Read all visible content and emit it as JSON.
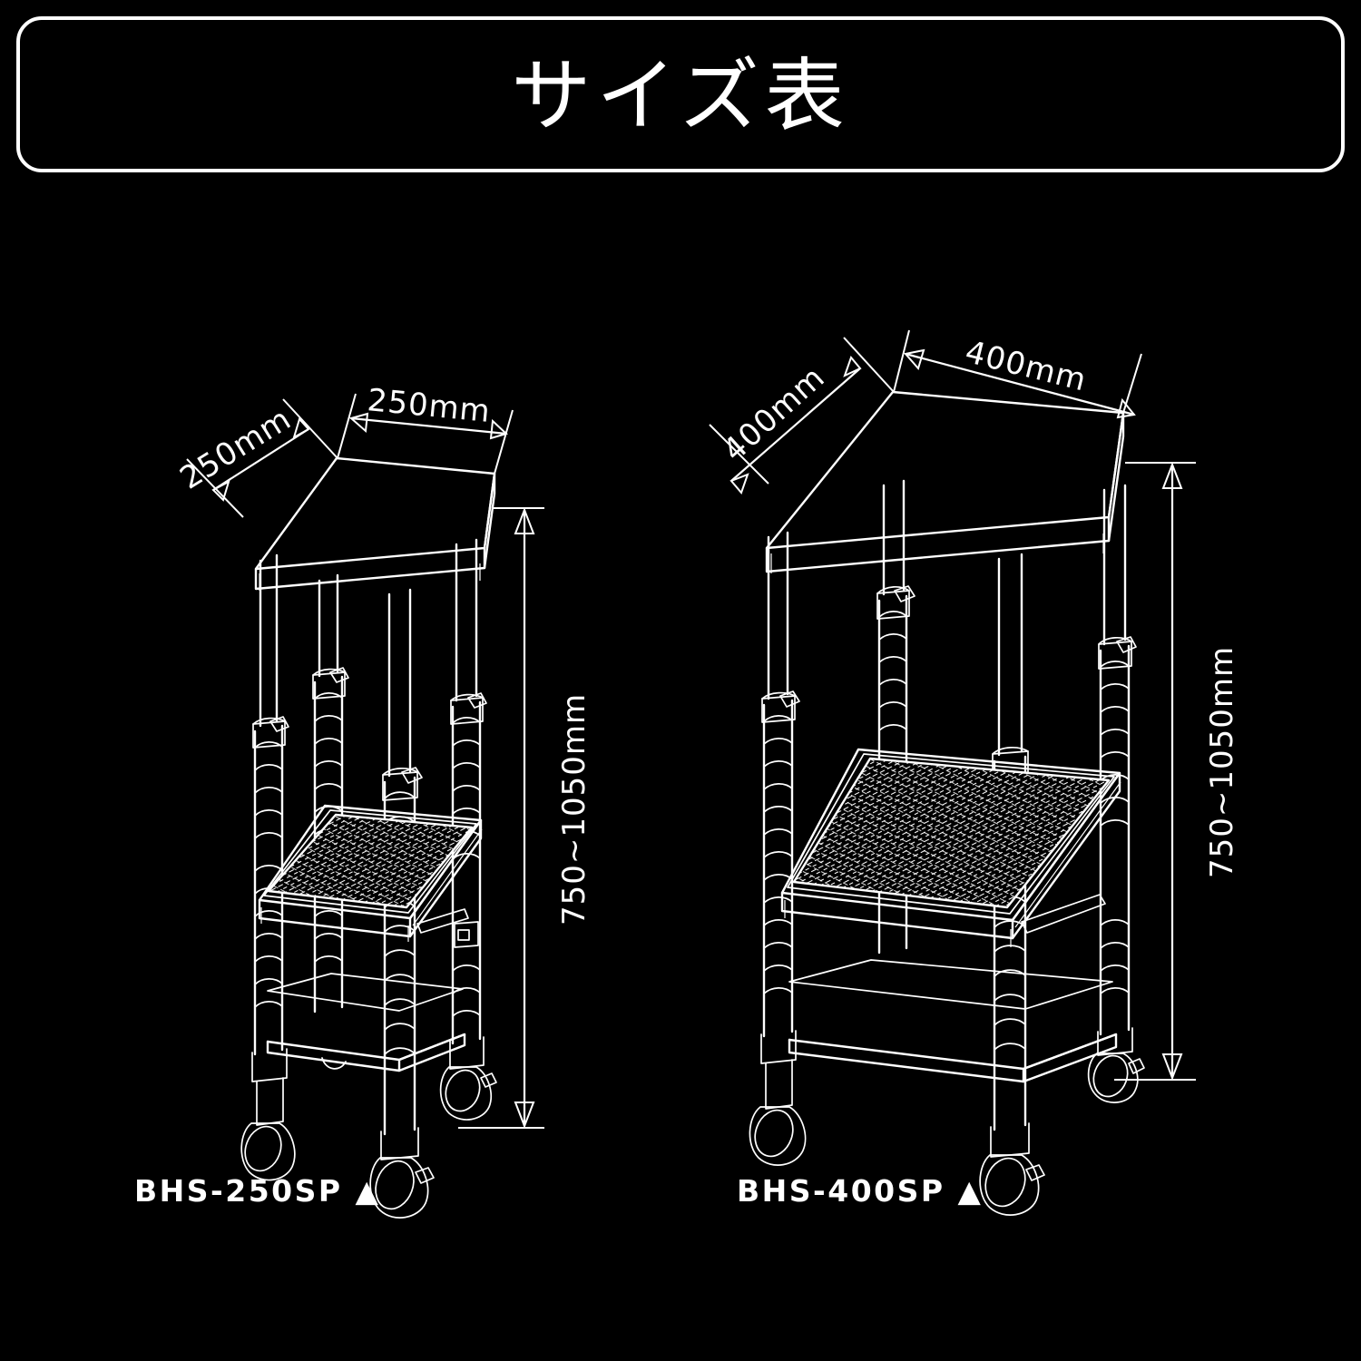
{
  "header": {
    "title": "サイズ表",
    "border_color": "#ffffff",
    "background_color": "#000000"
  },
  "diagram": {
    "type": "technical-line-drawing",
    "style": "isometric white line art on black",
    "line_color": "#ffffff",
    "products": [
      {
        "id": "left",
        "caption": "BHS-250SP ▲",
        "caption_marker": "▲",
        "model": "BHS-250SP",
        "dimensions": {
          "depth_label": "250mm",
          "width_label": "250mm",
          "height_label": "750~1050mm"
        },
        "features": {
          "top_shelf": "solid flat plate",
          "mid_shelf": "perforated mesh plate",
          "bottom_frame": "open tube frame",
          "legs": "4 telescoping ribbed poles with lever clamps",
          "casters": "4 swivel casters with brakes"
        }
      },
      {
        "id": "right",
        "caption": "BHS-400SP ▲",
        "caption_marker": "▲",
        "model": "BHS-400SP",
        "dimensions": {
          "depth_label": "400mm",
          "width_label": "400mm",
          "height_label": "750~1050mm"
        },
        "features": {
          "top_shelf": "solid flat plate",
          "mid_shelf": "perforated mesh plate",
          "bottom_frame": "open tube frame",
          "legs": "4 telescoping ribbed poles with lever clamps",
          "casters": "4 swivel casters with brakes"
        }
      }
    ]
  }
}
